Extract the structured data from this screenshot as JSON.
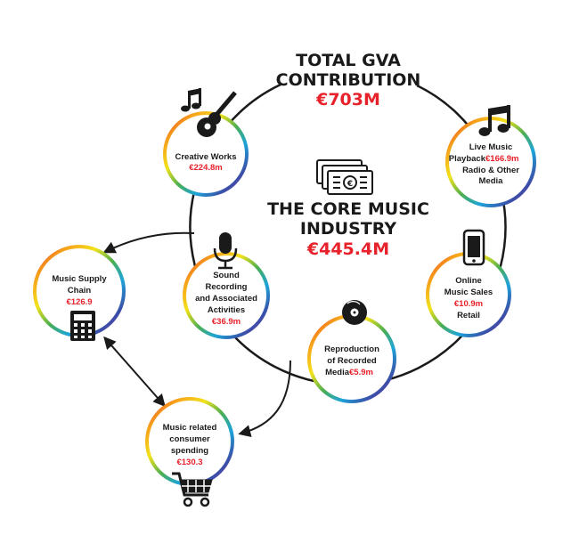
{
  "total": {
    "line1": "TOTAL GVA",
    "line2": "CONTRIBUTION",
    "value": "€703M"
  },
  "core": {
    "line1": "THE CORE MUSIC",
    "line2": "INDUSTRY",
    "value": "€445.4M"
  },
  "nodes": {
    "creative": {
      "line1": "Creative Works",
      "value": "€224.8m"
    },
    "live": {
      "line1a": "Live Music",
      "line2a": "Playback ",
      "value": "€166.9m",
      "line3": "Radio & Other",
      "line4": "Media"
    },
    "sound": {
      "line1": "Sound",
      "line2": "Recording",
      "line3": "and Associated",
      "line4": "Activities",
      "value": "€36.9m"
    },
    "online": {
      "line1": "Online",
      "line2": "Music Sales",
      "value": "€10.9m",
      "line4": "Retail"
    },
    "reproduction": {
      "line1": "Reproduction",
      "line2": "of Recorded",
      "line3": "Media ",
      "value": "€5.9m"
    },
    "supply": {
      "line1": "Music Supply",
      "line2": "Chain",
      "value": "€126.9"
    },
    "consumer": {
      "line1": "Music related",
      "line2": "consumer",
      "line3": "spending",
      "value": "€130.3"
    }
  },
  "icons": [
    "music-note-icon",
    "guitar-icon",
    "double-music-note-icon",
    "banknotes-icon",
    "microphone-icon",
    "smartphone-icon",
    "vinyl-record-icon",
    "calculator-icon",
    "shopping-cart-icon"
  ],
  "colors": {
    "accent_red": "#e8222b",
    "text": "#1a1a1a",
    "ring": [
      "#e8222b",
      "#f7a21b",
      "#f2e21b",
      "#4caf50",
      "#1ea4d8",
      "#3a4ea8",
      "#8e3fa6"
    ]
  }
}
